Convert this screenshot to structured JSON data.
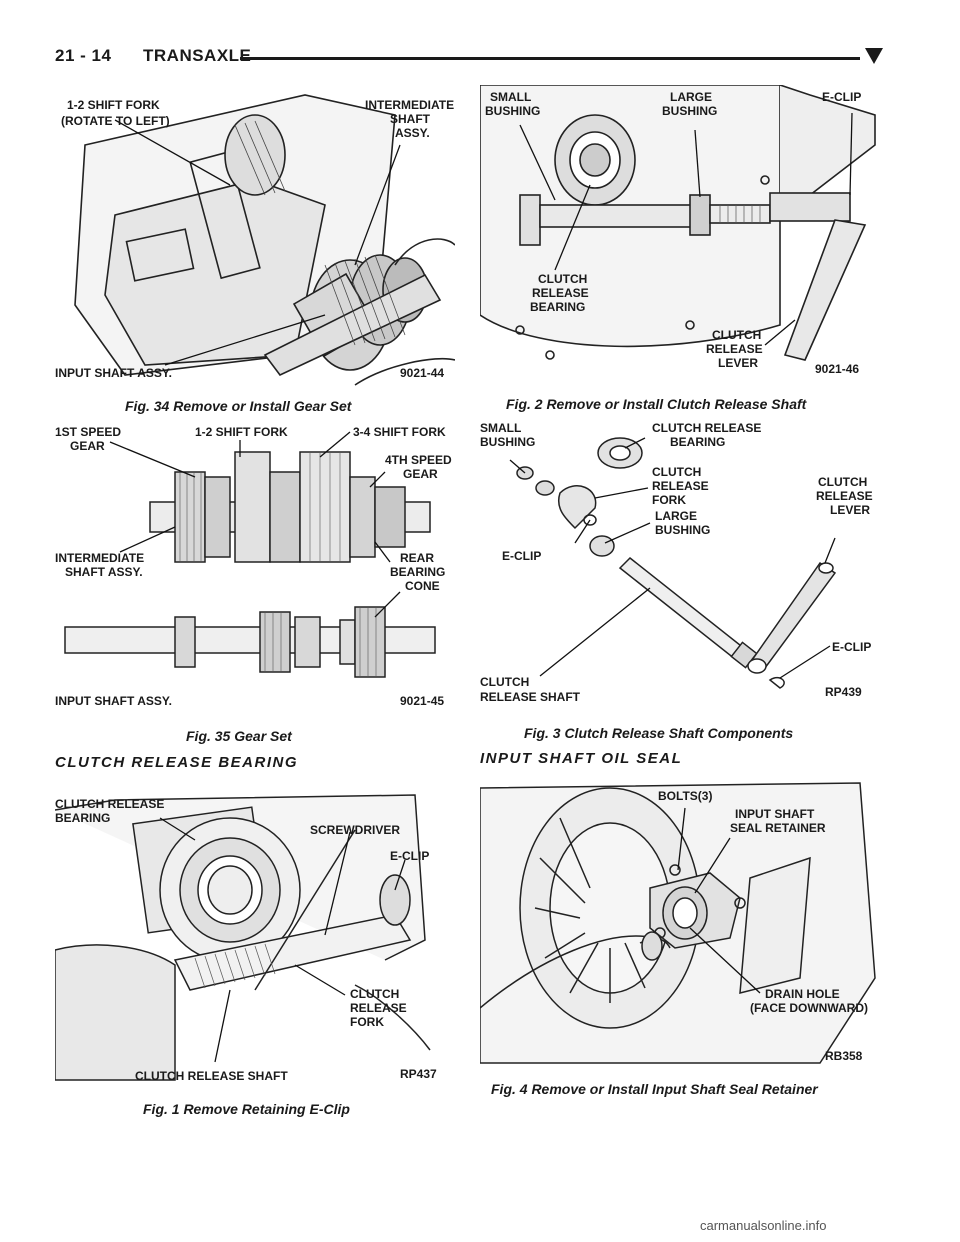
{
  "header": {
    "page_number": "21 - 14",
    "section": "TRANSAXLE"
  },
  "figures": {
    "fig34": {
      "caption": "Fig. 34 Remove or Install Gear Set",
      "code": "9021-44",
      "labels": {
        "shift_fork_1": "1-2 SHIFT FORK",
        "shift_fork_2": "(ROTATE TO LEFT)",
        "intermediate_1": "INTERMEDIATE",
        "intermediate_2": "SHAFT",
        "intermediate_3": "ASSY.",
        "input_shaft": "INPUT SHAFT ASSY."
      }
    },
    "fig2": {
      "caption": "Fig. 2 Remove or Install Clutch Release Shaft",
      "code": "9021-46",
      "labels": {
        "small_1": "SMALL",
        "small_2": "BUSHING",
        "large_1": "LARGE",
        "large_2": "BUSHING",
        "eclip": "E-CLIP",
        "bearing_1": "CLUTCH",
        "bearing_2": "RELEASE",
        "bearing_3": "BEARING",
        "lever_1": "CLUTCH",
        "lever_2": "RELEASE",
        "lever_3": "LEVER"
      }
    },
    "fig35": {
      "caption": "Fig. 35 Gear Set",
      "code": "9021-45",
      "labels": {
        "first_1": "1ST SPEED",
        "first_2": "GEAR",
        "fork12": "1-2 SHIFT FORK",
        "fork34": "3-4 SHIFT FORK",
        "fourth_1": "4TH SPEED",
        "fourth_2": "GEAR",
        "inter_1": "INTERMEDIATE",
        "inter_2": "SHAFT ASSY.",
        "rear_1": "REAR",
        "rear_2": "BEARING",
        "rear_3": "CONE",
        "input": "INPUT SHAFT ASSY."
      }
    },
    "fig3": {
      "caption": "Fig. 3 Clutch Release Shaft Components",
      "code": "RP439",
      "labels": {
        "small_1": "SMALL",
        "small_2": "BUSHING",
        "bearing_1": "CLUTCH RELEASE",
        "bearing_2": "BEARING",
        "fork_1": "CLUTCH",
        "fork_2": "RELEASE",
        "fork_3": "FORK",
        "lever_1": "CLUTCH",
        "lever_2": "RELEASE",
        "lever_3": "LEVER",
        "large_1": "LARGE",
        "large_2": "BUSHING",
        "eclip_left": "E-CLIP",
        "eclip_right": "E-CLIP",
        "shaft_1": "CLUTCH",
        "shaft_2": "RELEASE SHAFT"
      }
    },
    "fig1": {
      "caption": "Fig. 1 Remove Retaining E-Clip",
      "code": "RP437",
      "labels": {
        "bearing_1": "CLUTCH RELEASE",
        "bearing_2": "BEARING",
        "screwdriver": "SCREWDRIVER",
        "eclip": "E-CLIP",
        "fork_1": "CLUTCH",
        "fork_2": "RELEASE",
        "fork_3": "FORK",
        "shaft": "CLUTCH RELEASE SHAFT"
      }
    },
    "fig4": {
      "caption": "Fig. 4 Remove or Install Input Shaft Seal Retainer",
      "code": "RB358",
      "labels": {
        "bolts": "BOLTS(3)",
        "retainer_1": "INPUT SHAFT",
        "retainer_2": "SEAL RETAINER",
        "drain_1": "DRAIN HOLE",
        "drain_2": "(FACE DOWNWARD)"
      }
    }
  },
  "headings": {
    "clutch_release_bearing": "CLUTCH RELEASE BEARING",
    "input_shaft_oil_seal": "INPUT SHAFT OIL SEAL"
  },
  "watermark": "carmanualsonline.info"
}
